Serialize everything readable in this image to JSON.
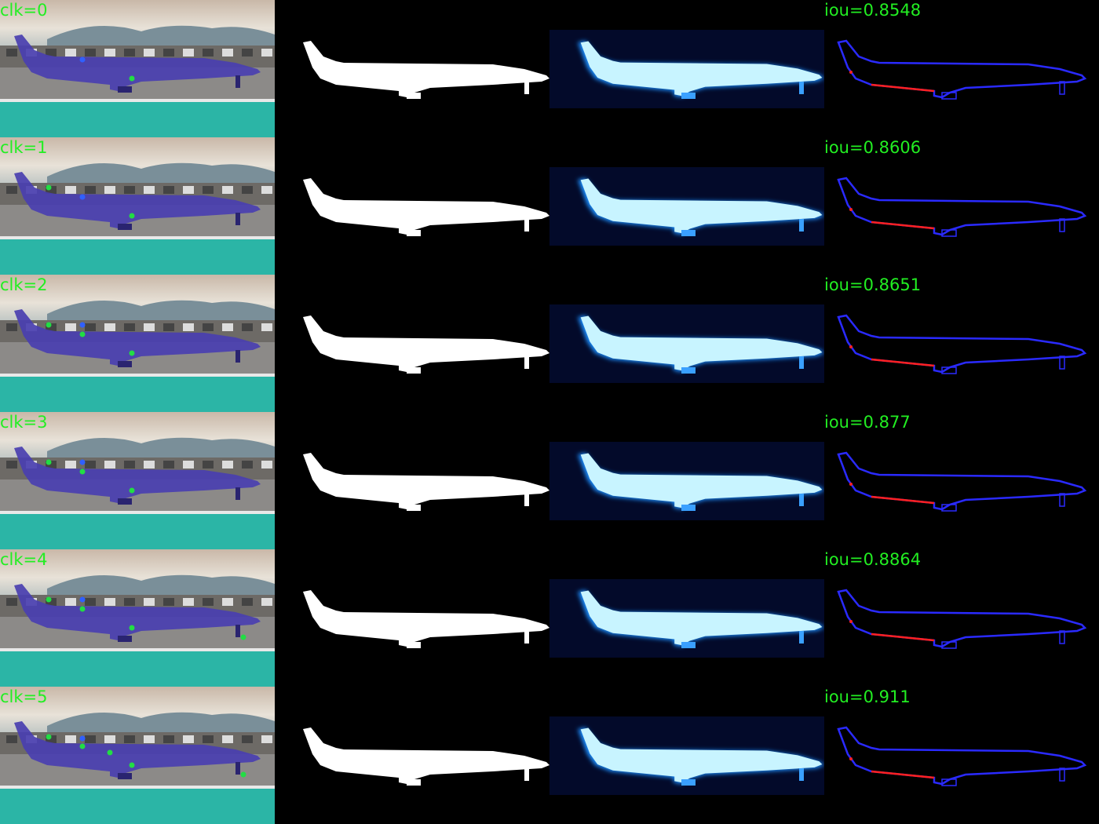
{
  "rows": [
    {
      "click_label": "clk=0",
      "iou_label": "iou=0.8548"
    },
    {
      "click_label": "clk=1",
      "iou_label": "iou=0.8606"
    },
    {
      "click_label": "clk=2",
      "iou_label": "iou=0.8651"
    },
    {
      "click_label": "clk=3",
      "iou_label": "iou=0.877"
    },
    {
      "click_label": "clk=4",
      "iou_label": "iou=0.8864"
    },
    {
      "click_label": "clk=5",
      "iou_label": "iou=0.911"
    }
  ],
  "colors": {
    "label_green": "#22ee22",
    "plane_overlay": "#4a3fb0",
    "mask_white": "#ffffff",
    "prob_glow": "#c8f4ff",
    "error_blue": "#2a2aff",
    "error_red": "#ff2020",
    "water": "#2bb5a6"
  },
  "icons": {
    "positive_click": "green-dot-icon",
    "negative_click": "blue-dot-icon"
  }
}
